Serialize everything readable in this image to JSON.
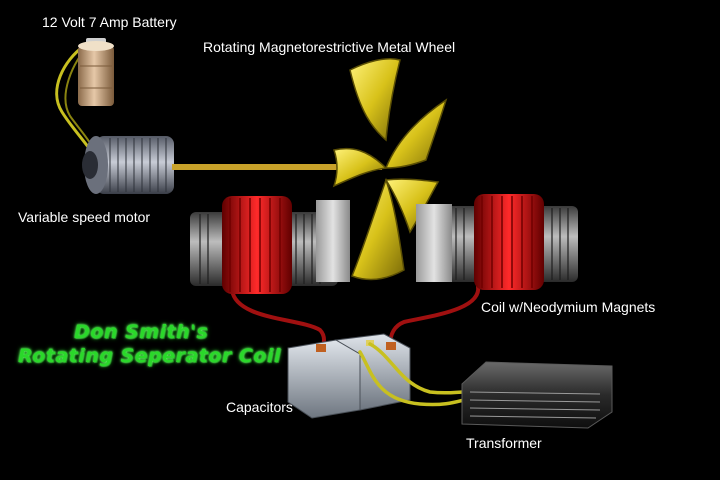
{
  "title": {
    "line1": "Don Smith's",
    "line2": "Rotating Seperator Coil"
  },
  "labels": {
    "battery": "12 Volt 7 Amp Battery",
    "wheel": "Rotating Magnetorestrictive Metal Wheel",
    "motor": "Variable speed motor",
    "coil": "Coil w/Neodymium Magnets",
    "capacitors": "Capacitors",
    "transformer": "Transformer"
  },
  "colors": {
    "background": "#000000",
    "title_glow": "#2ad82a",
    "coil_winding": "#d01010",
    "wheel": "#d8c21a",
    "wire_yellow": "#c8c020",
    "wire_red": "#a01010"
  }
}
